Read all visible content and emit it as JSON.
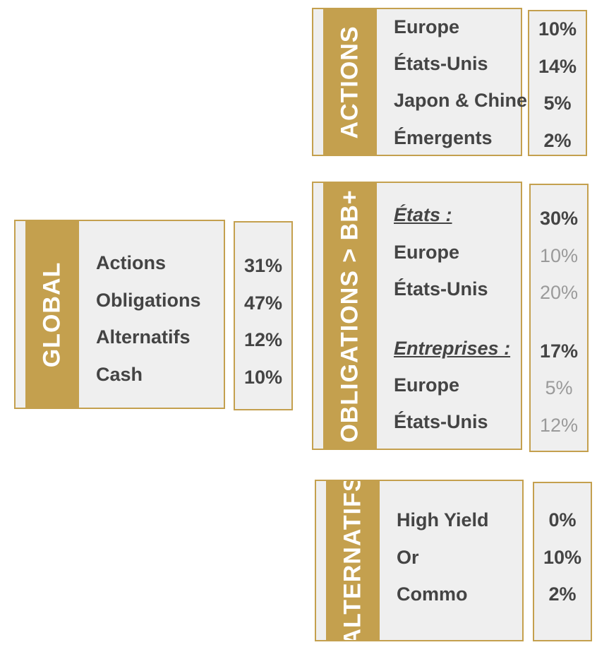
{
  "global": {
    "title": "GLOBAL",
    "rows": [
      {
        "label": "Actions",
        "value": "31%"
      },
      {
        "label": "Obligations",
        "value": "47%"
      },
      {
        "label": "Alternatifs",
        "value": "12%"
      },
      {
        "label": "Cash",
        "value": "10%"
      }
    ]
  },
  "actions": {
    "title": "ACTIONS",
    "rows": [
      {
        "label": "Europe",
        "value": "10%"
      },
      {
        "label": "États-Unis",
        "value": "14%"
      },
      {
        "label": "Japon & Chine",
        "value": "5%"
      },
      {
        "label": "Émergents",
        "value": "2%"
      }
    ]
  },
  "obligations": {
    "title": "OBLIGATIONS > BB+",
    "rows": [
      {
        "label": "États :",
        "value": "30%"
      },
      {
        "label": "Europe",
        "value": "10%"
      },
      {
        "label": "États-Unis",
        "value": "20%"
      },
      {
        "label": "Entreprises :",
        "value": "17%"
      },
      {
        "label": "Europe",
        "value": "5%"
      },
      {
        "label": "États-Unis",
        "value": "12%"
      }
    ]
  },
  "alternatifs": {
    "title": "ALTERNATIFS",
    "rows": [
      {
        "label": "High Yield",
        "value": "0%"
      },
      {
        "label": "Or",
        "value": "10%"
      },
      {
        "label": "Commo",
        "value": "2%"
      }
    ]
  },
  "colors": {
    "gold": "#c4a04e",
    "panel": "#efefef",
    "text": "#444444",
    "subtext": "#9a9a9a"
  }
}
